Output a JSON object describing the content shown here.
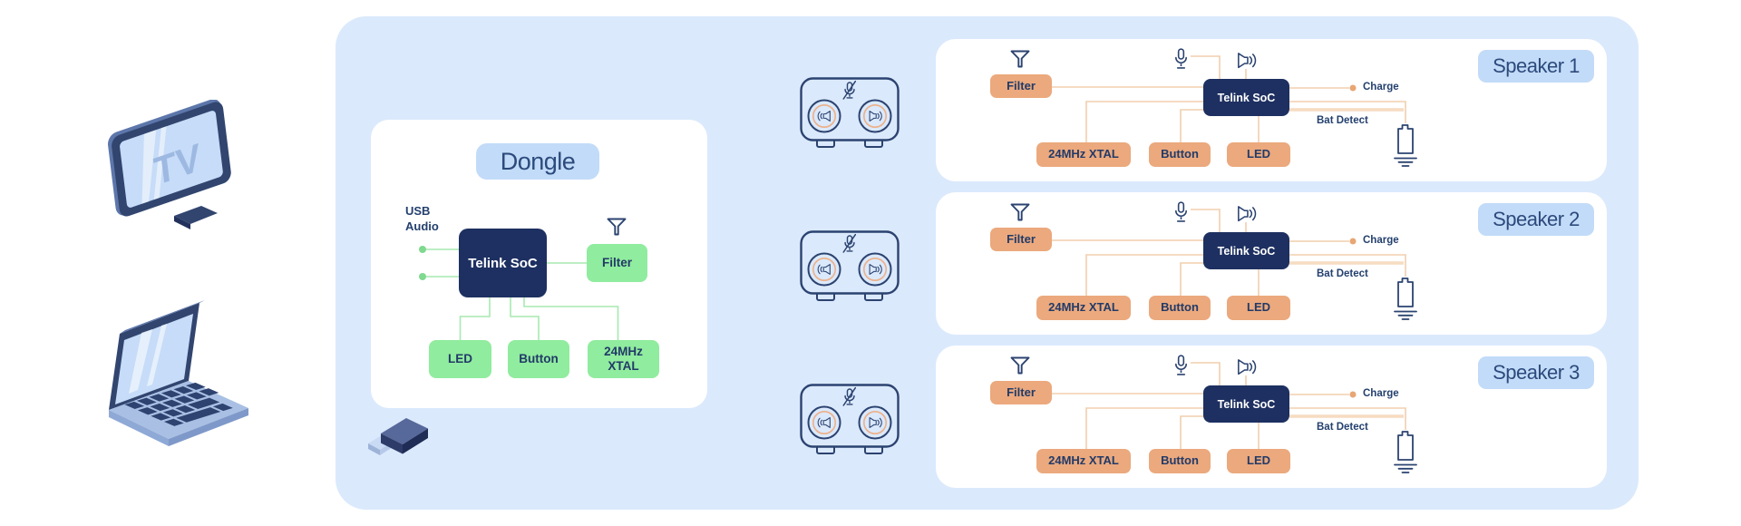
{
  "left_devices": {
    "tv_screen_label": "TV"
  },
  "dongle": {
    "title": "Dongle",
    "usb_label_line1": "USB",
    "usb_label_line2": "Audio",
    "soc": "Telink SoC",
    "filter": "Filter",
    "led": "LED",
    "button": "Button",
    "xtal": "24MHz XTAL"
  },
  "speakers": [
    {
      "title": "Speaker 1",
      "filter": "Filter",
      "soc": "Telink SoC",
      "xtal": "24MHz XTAL",
      "button": "Button",
      "led": "LED",
      "charge": "Charge",
      "bat_detect": "Bat Detect"
    },
    {
      "title": "Speaker 2",
      "filter": "Filter",
      "soc": "Telink SoC",
      "xtal": "24MHz XTAL",
      "button": "Button",
      "led": "LED",
      "charge": "Charge",
      "bat_detect": "Bat Detect"
    },
    {
      "title": "Speaker 3",
      "filter": "Filter",
      "soc": "Telink SoC",
      "xtal": "24MHz XTAL",
      "button": "Button",
      "led": "LED",
      "charge": "Charge",
      "bat_detect": "Bat Detect"
    }
  ],
  "icons": {
    "tv-icon": "isometric television",
    "laptop-icon": "isometric laptop",
    "usb-dongle-icon": "isometric usb dongle",
    "antenna-icon": "funnel antenna symbol",
    "mic-icon": "microphone outline",
    "speaker-wave-icon": "loudspeaker with sound waves",
    "muted-mic-icon": "microphone with slash",
    "speaker-box-icon": "stereo speaker cabinet with muted mic",
    "battery-ground-icon": "battery cell with ground symbol",
    "charge-dot": "connection endpoint dot"
  },
  "colors": {
    "page_bg": "#ffffff",
    "container_bg": "#dbe9fc",
    "panel_bg": "#ffffff",
    "badge_bg": "#c2dbf8",
    "navy_text": "#24406e",
    "soc_bg": "#1e3061",
    "soc_text": "#ffffff",
    "green_fill": "#90ec9e",
    "green_line": "#a7e9b0",
    "green_dot": "#7fd98f",
    "orange_fill": "#eba97d",
    "orange_line": "#f2cfad",
    "orange_line_bold": "#f6dcc0",
    "orange_accent": "#e8a674",
    "icon_stroke": "#2b4370"
  }
}
